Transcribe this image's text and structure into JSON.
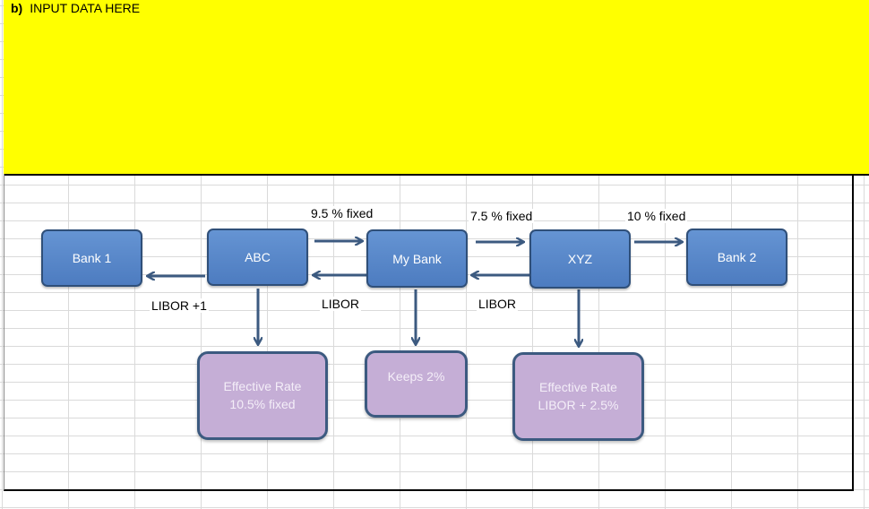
{
  "header": {
    "part": "b)",
    "title": "INPUT DATA HERE"
  },
  "nodes": {
    "bank1": "Bank 1",
    "abc": "ABC",
    "mybank": "My Bank",
    "xyz": "XYZ",
    "bank2": "Bank 2"
  },
  "results": {
    "abc_line1": "Effective Rate",
    "abc_line2": "10.5% fixed",
    "mybank": "Keeps 2%",
    "xyz_line1": "Effective Rate",
    "xyz_line2": "LIBOR + 2.5%"
  },
  "flows": {
    "abc_to_mybank": "9.5 % fixed",
    "mybank_to_xyz": "7.5 % fixed",
    "xyz_to_bank2": "10 % fixed",
    "abc_to_bank1": "LIBOR +1",
    "mybank_to_abc": "LIBOR",
    "xyz_to_mybank": "LIBOR"
  },
  "colors": {
    "input_area": "#ffff00",
    "node_fill": "#5a88c9",
    "result_fill": "#c5aed6",
    "arrow": "#3c5a80"
  }
}
